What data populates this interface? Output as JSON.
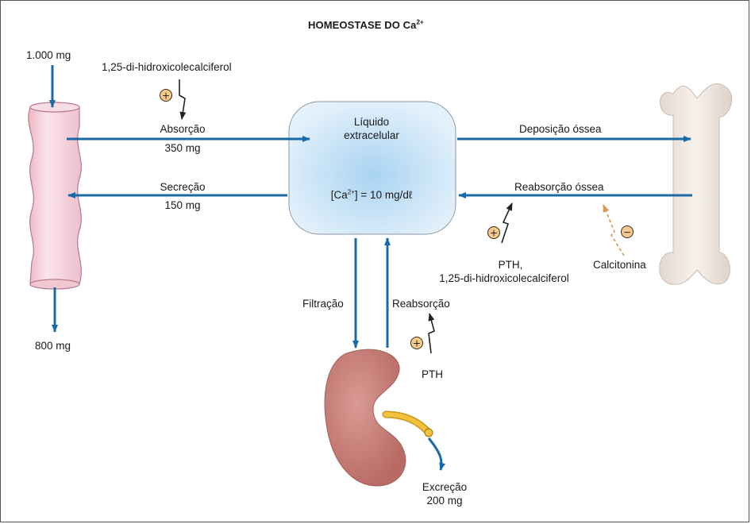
{
  "title": "HOMEOSTASE DO Ca",
  "title_sup": "2+",
  "intake": "1.000 mg",
  "vitd_top": "1,25-di-hidroxicolecalciferol",
  "ecf": {
    "line1": "Líquido",
    "line2": "extracelular",
    "conc_pre": "[Ca",
    "conc_sup": "2+",
    "conc_post": "] = 10 mg/dℓ"
  },
  "absorption": {
    "label": "Absorção",
    "value": "350 mg"
  },
  "secretion": {
    "label": "Secreção",
    "value": "150 mg"
  },
  "feces": "800 mg",
  "bone_deposition": "Deposição óssea",
  "bone_resorption": "Reabsorção óssea",
  "pth_vitd": {
    "line1": "PTH,",
    "line2": "1,25-di-hidroxicolecalciferol"
  },
  "calcitonin": "Calcitonina",
  "filtration": "Filtração",
  "reabsorption": "Reabsorção",
  "pth": "PTH",
  "excretion": {
    "label": "Excreção",
    "value": "200 mg"
  },
  "symbols": {
    "plus": "+",
    "minus": "−"
  },
  "colors": {
    "arrow": "#1a6aa8",
    "ecf_center": "#a9d3f2",
    "ecf_edge": "#e3f1fb",
    "intestine": "#f6d3dc",
    "bone": "#efe7e1",
    "kidney": "#c97f79",
    "ureter": "#f3c23c",
    "badge": "#f7c98c",
    "calcitonin_arrow": "#d49a55"
  }
}
